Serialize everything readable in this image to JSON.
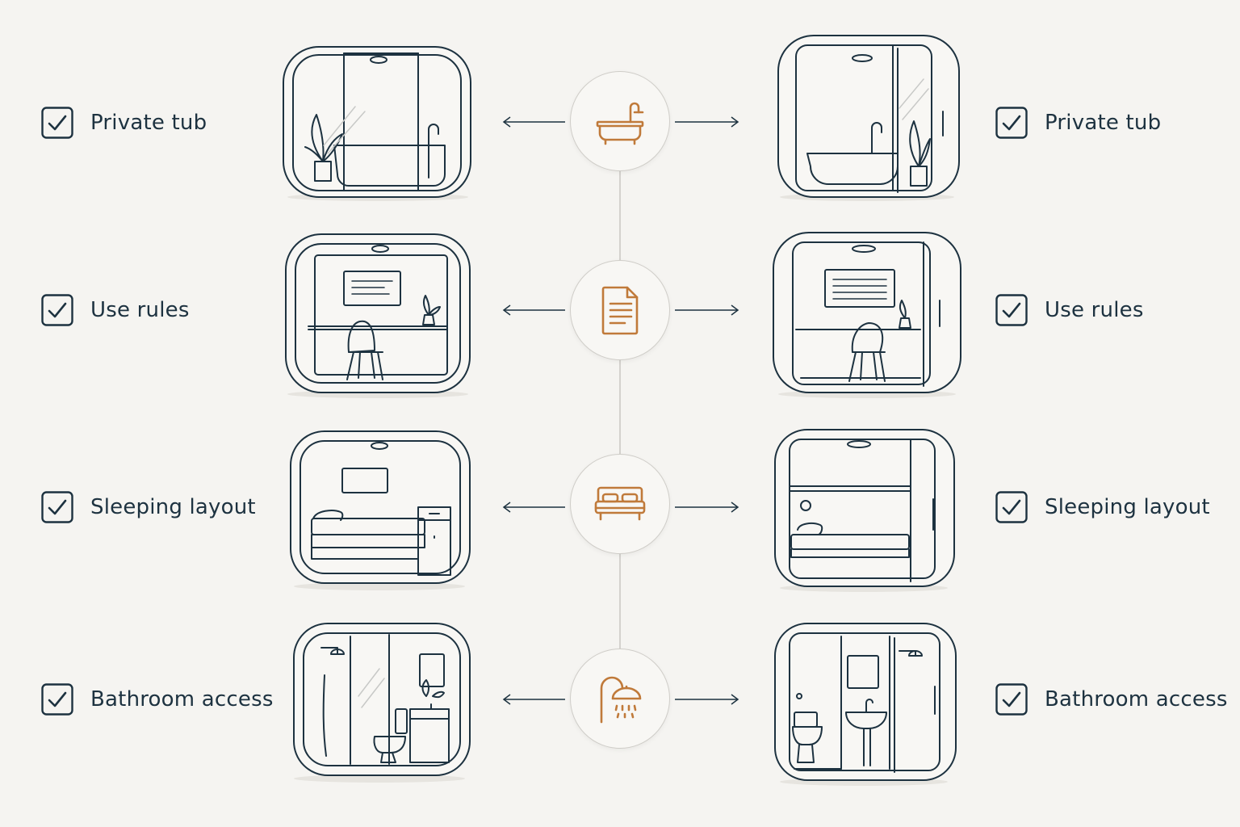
{
  "rows": [
    {
      "key": "tub",
      "left_label": "Private tub",
      "right_label": "Private tub",
      "icon": "bathtub-icon"
    },
    {
      "key": "rules",
      "left_label": "Use rules",
      "right_label": "Use rules",
      "icon": "document-icon"
    },
    {
      "key": "sleep",
      "left_label": "Sleeping layout",
      "right_label": "Sleeping layout",
      "icon": "bed-icon"
    },
    {
      "key": "bath",
      "left_label": "Bathroom access",
      "right_label": "Bathroom access",
      "icon": "shower-icon"
    }
  ],
  "colors": {
    "background": "#f5f4f1",
    "line": "#1d3240",
    "accent": "#c07a3a",
    "connector": "#c9c7c2"
  }
}
